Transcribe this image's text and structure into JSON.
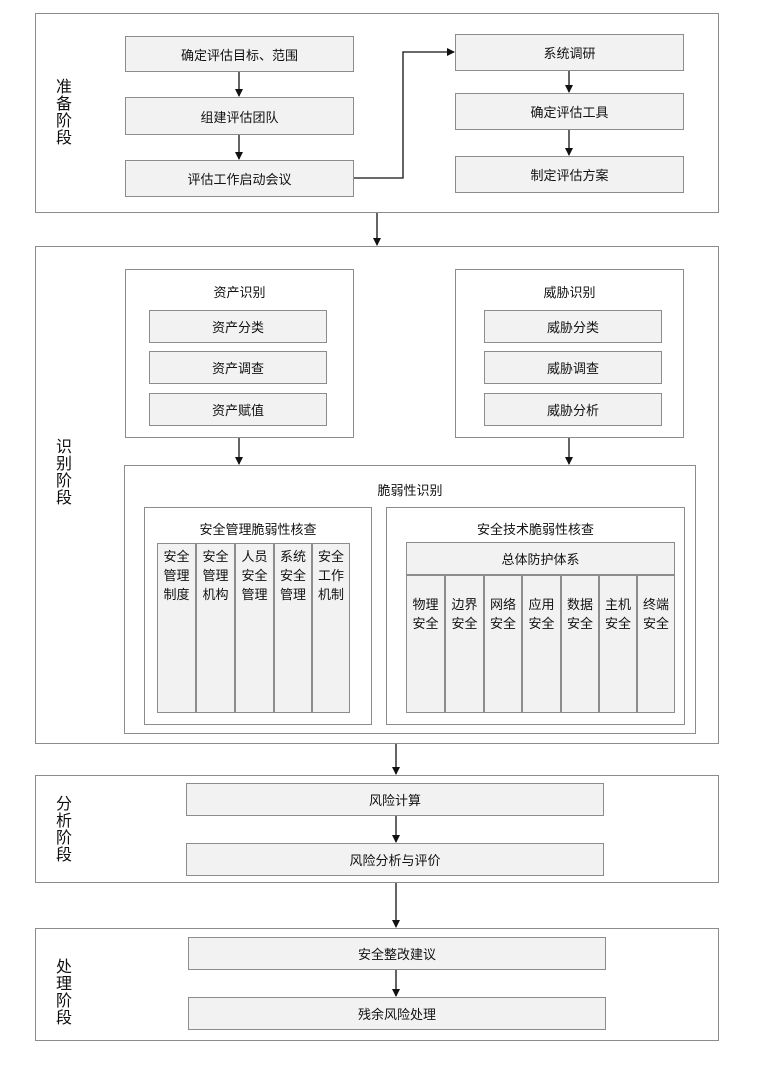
{
  "stages": {
    "prep": "准备阶段",
    "identify": "识别阶段",
    "analysis": "分析阶段",
    "handle": "处理阶段"
  },
  "prep": {
    "left": [
      "确定评估目标、范围",
      "组建评估团队",
      "评估工作启动会议"
    ],
    "right": [
      "系统调研",
      "确定评估工具",
      "制定评估方案"
    ]
  },
  "asset": {
    "title": "资产识别",
    "items": [
      "资产分类",
      "资产调查",
      "资产赋值"
    ]
  },
  "threat": {
    "title": "威胁识别",
    "items": [
      "威胁分类",
      "威胁调查",
      "威胁分析"
    ]
  },
  "vuln": {
    "title": "脆弱性识别",
    "mgmt": {
      "title": "安全管理脆弱性核查",
      "cols": [
        "安全管理制度",
        "安全管理机构",
        "人员安全管理",
        "系统安全管理",
        "安全工作机制"
      ]
    },
    "tech": {
      "title": "安全技术脆弱性核查",
      "sub": "总体防护体系",
      "cols": [
        "物理安全",
        "边界安全",
        "网络安全",
        "应用安全",
        "数据安全",
        "主机安全",
        "终端安全"
      ]
    }
  },
  "analysis": [
    "风险计算",
    "风险分析与评价"
  ],
  "handle": [
    "安全整改建议",
    "残余风险处理"
  ]
}
